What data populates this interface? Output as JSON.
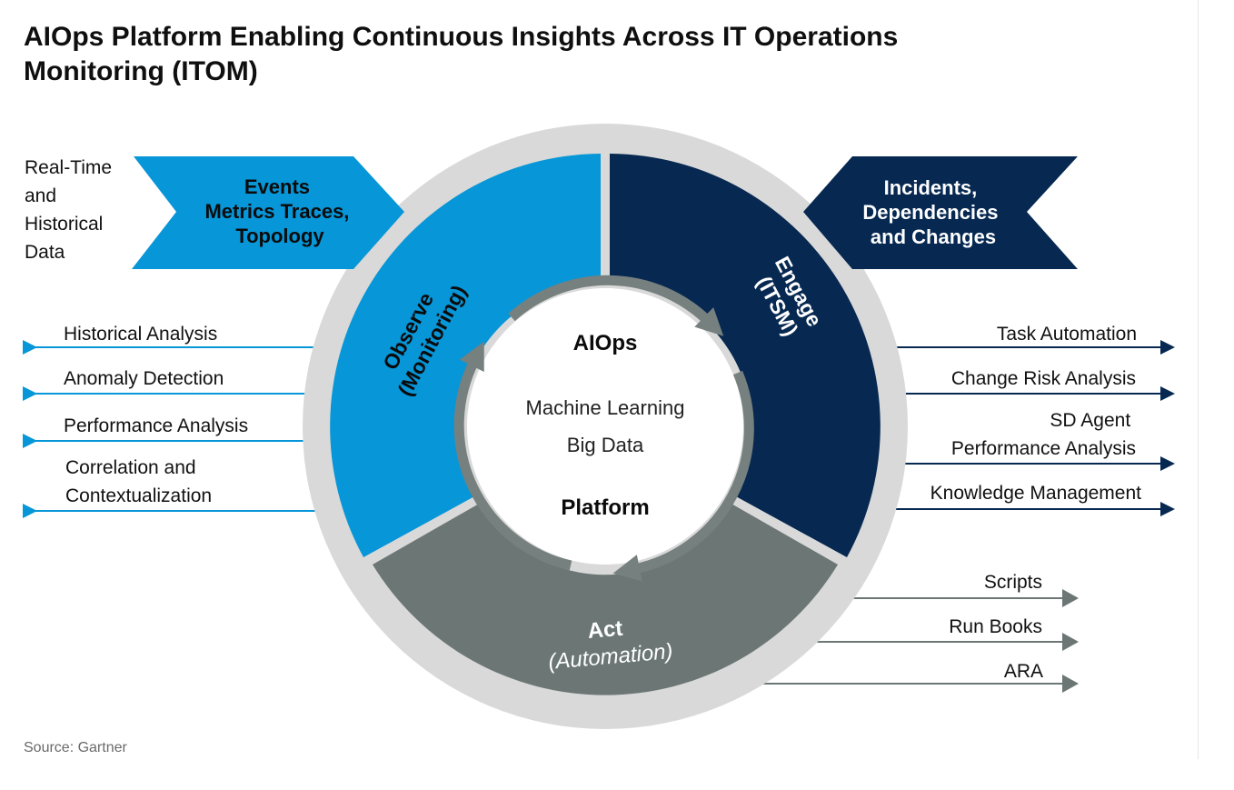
{
  "title": {
    "line1": "AIOps Platform Enabling Continuous Insights Across IT Operations",
    "line2": "Monitoring (ITOM)"
  },
  "source": "Source: Gartner",
  "input_label": [
    "Real-Time",
    "and",
    "Historical",
    "Data"
  ],
  "chevron_left": [
    "Events",
    "Metrics Traces,",
    "Topology"
  ],
  "chevron_right": [
    "Incidents,",
    "Dependencies",
    "and Changes"
  ],
  "segments": {
    "observe": {
      "line1": "Observe",
      "line2": "(Monitoring)"
    },
    "engage": {
      "line1": "Engage",
      "line2": "(ITSM)"
    },
    "act": {
      "line1": "Act",
      "line2": "(Automation)"
    }
  },
  "core": {
    "top": "AIOps",
    "middle1": "Machine Learning",
    "middle2": "Big Data",
    "bottom": "Platform"
  },
  "observe_outputs": [
    [
      "Historical Analysis"
    ],
    [
      "Anomaly Detection"
    ],
    [
      "Performance Analysis"
    ],
    [
      "Correlation and",
      "Contextualization"
    ]
  ],
  "engage_outputs": [
    [
      "Task Automation"
    ],
    [
      "Change Risk Analysis"
    ],
    [
      "SD Agent",
      "Performance Analysis"
    ],
    [
      "Knowledge Management"
    ]
  ],
  "act_outputs": [
    [
      "Scripts"
    ],
    [
      "Run Books"
    ],
    [
      "ARA"
    ]
  ],
  "colors": {
    "observe": "#0796d8",
    "engage": "#062851",
    "act": "#6b7675",
    "ring": "#d9d9d9",
    "core_arrow": "#76807f",
    "left_arrow": "#0796d8",
    "right_arrow": "#062851",
    "act_arrow": "#6b7675"
  }
}
